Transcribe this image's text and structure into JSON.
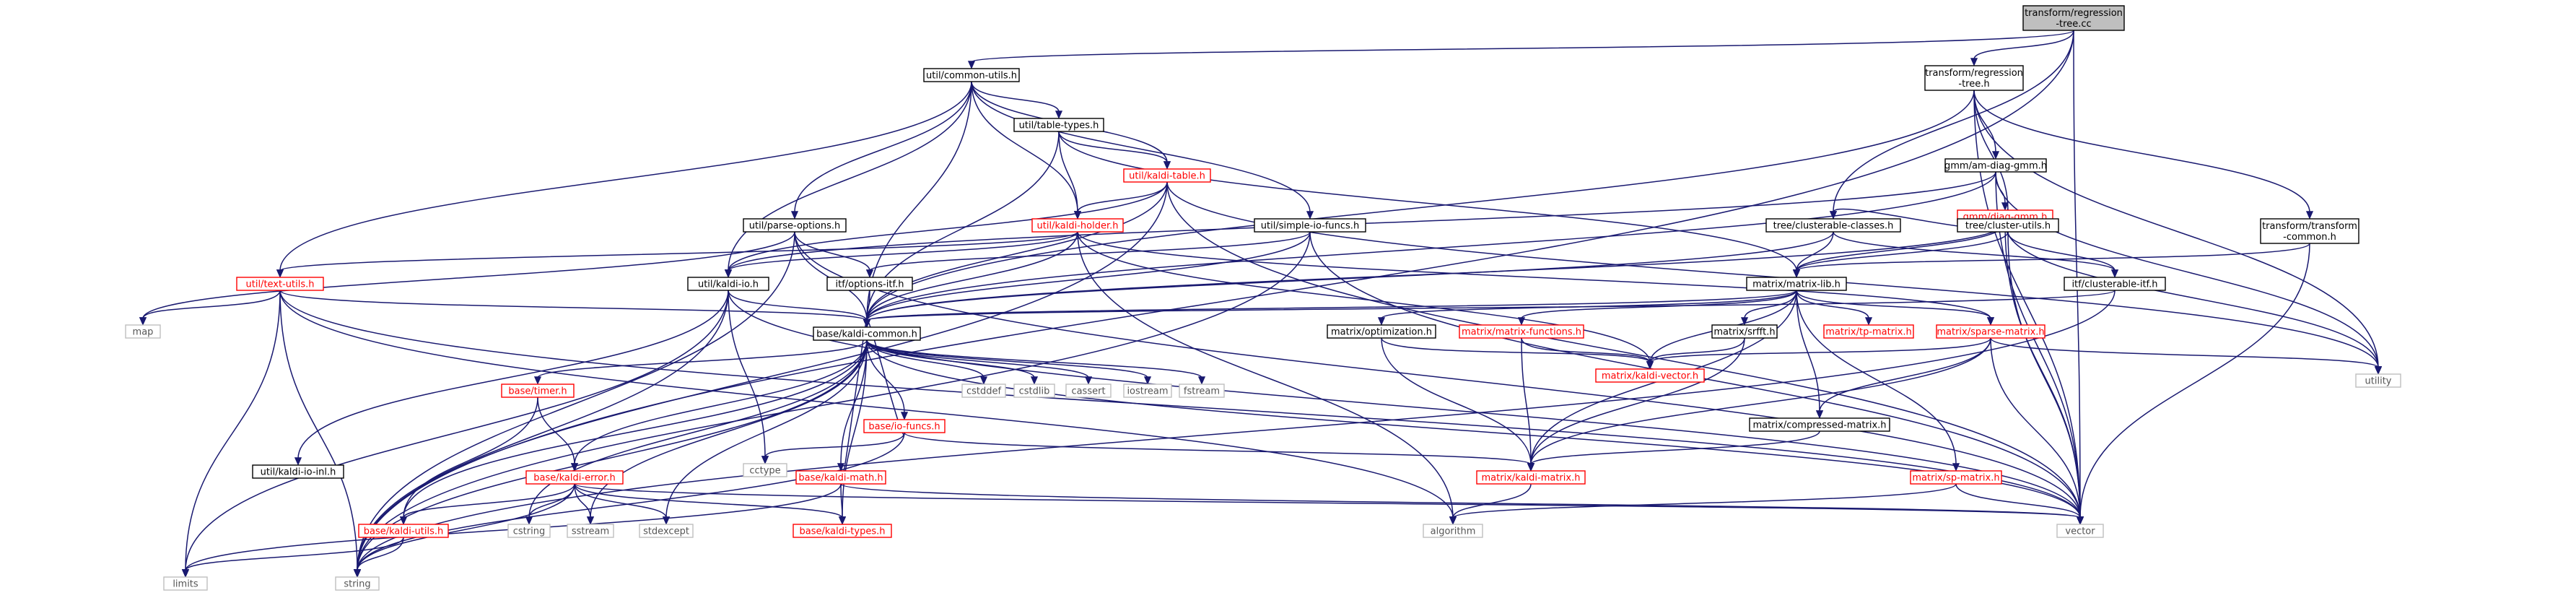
{
  "colors": {
    "edge": "#191970",
    "root_fill": "#bfbfbf",
    "node_border": "#000000",
    "missing_node_border": "#ff0000",
    "missing_node_text": "#ff0000",
    "leaf_border": "#bfbfbf",
    "node_text": "#000000",
    "leaf_text": "#555555"
  },
  "nodes": [
    {
      "id": "root",
      "lines": [
        "transform/regression",
        "-tree.cc"
      ],
      "style": "root"
    },
    {
      "id": "common_utils",
      "lines": [
        "util/common-utils.h"
      ],
      "style": "normal"
    },
    {
      "id": "rt_h",
      "lines": [
        "transform/regression",
        "-tree.h"
      ],
      "style": "normal"
    },
    {
      "id": "table_types",
      "lines": [
        "util/table-types.h"
      ],
      "style": "normal"
    },
    {
      "id": "am_diag_gmm",
      "lines": [
        "gmm/am-diag-gmm.h"
      ],
      "style": "normal"
    },
    {
      "id": "kaldi_table",
      "lines": [
        "util/kaldi-table.h"
      ],
      "style": "missing"
    },
    {
      "id": "diag_gmm",
      "lines": [
        "gmm/diag-gmm.h"
      ],
      "style": "missing"
    },
    {
      "id": "parse_options",
      "lines": [
        "util/parse-options.h"
      ],
      "style": "normal"
    },
    {
      "id": "kaldi_holder",
      "lines": [
        "util/kaldi-holder.h"
      ],
      "style": "missing"
    },
    {
      "id": "simple_io",
      "lines": [
        "util/simple-io-funcs.h"
      ],
      "style": "normal"
    },
    {
      "id": "clusterable_classes",
      "lines": [
        "tree/clusterable-classes.h"
      ],
      "style": "normal"
    },
    {
      "id": "cluster_utils",
      "lines": [
        "tree/cluster-utils.h"
      ],
      "style": "normal"
    },
    {
      "id": "transform_common",
      "lines": [
        "transform/transform",
        "-common.h"
      ],
      "style": "normal"
    },
    {
      "id": "text_utils",
      "lines": [
        "util/text-utils.h"
      ],
      "style": "missing"
    },
    {
      "id": "kaldi_io",
      "lines": [
        "util/kaldi-io.h"
      ],
      "style": "normal"
    },
    {
      "id": "options_itf",
      "lines": [
        "itf/options-itf.h"
      ],
      "style": "normal"
    },
    {
      "id": "matrix_lib",
      "lines": [
        "matrix/matrix-lib.h"
      ],
      "style": "normal"
    },
    {
      "id": "clusterable_itf",
      "lines": [
        "itf/clusterable-itf.h"
      ],
      "style": "normal"
    },
    {
      "id": "map",
      "lines": [
        "map"
      ],
      "style": "leaf"
    },
    {
      "id": "kaldi_common",
      "lines": [
        "base/kaldi-common.h"
      ],
      "style": "normal"
    },
    {
      "id": "optimization",
      "lines": [
        "matrix/optimization.h"
      ],
      "style": "normal"
    },
    {
      "id": "matrix_functions",
      "lines": [
        "matrix/matrix-functions.h"
      ],
      "style": "missing"
    },
    {
      "id": "srfft",
      "lines": [
        "matrix/srfft.h"
      ],
      "style": "normal"
    },
    {
      "id": "tp_matrix",
      "lines": [
        "matrix/tp-matrix.h"
      ],
      "style": "missing"
    },
    {
      "id": "sparse_matrix",
      "lines": [
        "matrix/sparse-matrix.h"
      ],
      "style": "missing"
    },
    {
      "id": "kaldi_vector",
      "lines": [
        "matrix/kaldi-vector.h"
      ],
      "style": "missing"
    },
    {
      "id": "compressed_matrix",
      "lines": [
        "matrix/compressed-matrix.h"
      ],
      "style": "normal"
    },
    {
      "id": "timer",
      "lines": [
        "base/timer.h"
      ],
      "style": "missing"
    },
    {
      "id": "io_funcs",
      "lines": [
        "base/io-funcs.h"
      ],
      "style": "missing"
    },
    {
      "id": "cstddef",
      "lines": [
        "cstddef"
      ],
      "style": "leaf"
    },
    {
      "id": "cstdlib",
      "lines": [
        "cstdlib"
      ],
      "style": "leaf"
    },
    {
      "id": "cassert",
      "lines": [
        "cassert"
      ],
      "style": "leaf"
    },
    {
      "id": "iostream",
      "lines": [
        "iostream"
      ],
      "style": "leaf"
    },
    {
      "id": "fstream",
      "lines": [
        "fstream"
      ],
      "style": "leaf"
    },
    {
      "id": "kaldi_io_inl",
      "lines": [
        "util/kaldi-io-inl.h"
      ],
      "style": "normal"
    },
    {
      "id": "cctype",
      "lines": [
        "cctype"
      ],
      "style": "leaf"
    },
    {
      "id": "kaldi_error",
      "lines": [
        "base/kaldi-error.h"
      ],
      "style": "missing"
    },
    {
      "id": "kaldi_math",
      "lines": [
        "base/kaldi-math.h"
      ],
      "style": "missing"
    },
    {
      "id": "kaldi_matrix",
      "lines": [
        "matrix/kaldi-matrix.h"
      ],
      "style": "missing"
    },
    {
      "id": "sp_matrix",
      "lines": [
        "matrix/sp-matrix.h"
      ],
      "style": "missing"
    },
    {
      "id": "utility",
      "lines": [
        "utility"
      ],
      "style": "leaf"
    },
    {
      "id": "kaldi_utils",
      "lines": [
        "base/kaldi-utils.h"
      ],
      "style": "missing"
    },
    {
      "id": "cstring",
      "lines": [
        "cstring"
      ],
      "style": "leaf"
    },
    {
      "id": "sstream",
      "lines": [
        "sstream"
      ],
      "style": "leaf"
    },
    {
      "id": "stdexcept",
      "lines": [
        "stdexcept"
      ],
      "style": "leaf"
    },
    {
      "id": "kaldi_types",
      "lines": [
        "base/kaldi-types.h"
      ],
      "style": "missing"
    },
    {
      "id": "algorithm",
      "lines": [
        "algorithm"
      ],
      "style": "leaf"
    },
    {
      "id": "vector",
      "lines": [
        "vector"
      ],
      "style": "leaf"
    },
    {
      "id": "limits",
      "lines": [
        "limits"
      ],
      "style": "leaf"
    },
    {
      "id": "string",
      "lines": [
        "string"
      ],
      "style": "leaf"
    }
  ],
  "edges": [
    [
      "root",
      "common_utils"
    ],
    [
      "root",
      "rt_h"
    ],
    [
      "root",
      "clusterable_classes"
    ],
    [
      "root",
      "string"
    ],
    [
      "root",
      "vector"
    ],
    [
      "common_utils",
      "table_types"
    ],
    [
      "common_utils",
      "kaldi_table"
    ],
    [
      "common_utils",
      "kaldi_holder"
    ],
    [
      "common_utils",
      "parse_options"
    ],
    [
      "common_utils",
      "simple_io"
    ],
    [
      "common_utils",
      "text_utils"
    ],
    [
      "common_utils",
      "kaldi_io"
    ],
    [
      "common_utils",
      "kaldi_common"
    ],
    [
      "rt_h",
      "am_diag_gmm"
    ],
    [
      "rt_h",
      "cluster_utils"
    ],
    [
      "rt_h",
      "transform_common"
    ],
    [
      "rt_h",
      "kaldi_common"
    ],
    [
      "rt_h",
      "utility"
    ],
    [
      "rt_h",
      "vector"
    ],
    [
      "table_types",
      "kaldi_table"
    ],
    [
      "table_types",
      "kaldi_holder"
    ],
    [
      "table_types",
      "kaldi_common"
    ],
    [
      "table_types",
      "matrix_lib"
    ],
    [
      "kaldi_table",
      "kaldi_holder"
    ],
    [
      "kaldi_table",
      "kaldi_io"
    ],
    [
      "kaldi_table",
      "kaldi_common"
    ],
    [
      "kaldi_table",
      "string"
    ],
    [
      "kaldi_table",
      "vector"
    ],
    [
      "kaldi_table",
      "utility"
    ],
    [
      "am_diag_gmm",
      "diag_gmm"
    ],
    [
      "am_diag_gmm",
      "kaldi_common"
    ],
    [
      "am_diag_gmm",
      "kaldi_io"
    ],
    [
      "am_diag_gmm",
      "vector"
    ],
    [
      "am_diag_gmm",
      "utility"
    ],
    [
      "diag_gmm",
      "clusterable_classes"
    ],
    [
      "diag_gmm",
      "cluster_utils"
    ],
    [
      "diag_gmm",
      "matrix_lib"
    ],
    [
      "diag_gmm",
      "kaldi_common"
    ],
    [
      "diag_gmm",
      "vector"
    ],
    [
      "diag_gmm",
      "utility"
    ],
    [
      "parse_options",
      "options_itf"
    ],
    [
      "parse_options",
      "kaldi_common"
    ],
    [
      "parse_options",
      "map"
    ],
    [
      "parse_options",
      "string"
    ],
    [
      "parse_options",
      "vector"
    ],
    [
      "kaldi_holder",
      "text_utils"
    ],
    [
      "kaldi_holder",
      "kaldi_io"
    ],
    [
      "kaldi_holder",
      "kaldi_common"
    ],
    [
      "kaldi_holder",
      "sparse_matrix"
    ],
    [
      "kaldi_holder",
      "kaldi_vector"
    ],
    [
      "kaldi_holder",
      "algorithm"
    ],
    [
      "simple_io",
      "options_itf"
    ],
    [
      "simple_io",
      "kaldi_common"
    ],
    [
      "simple_io",
      "string"
    ],
    [
      "simple_io",
      "vector"
    ],
    [
      "clusterable_classes",
      "clusterable_itf"
    ],
    [
      "clusterable_classes",
      "matrix_lib"
    ],
    [
      "clusterable_classes",
      "kaldi_common"
    ],
    [
      "cluster_utils",
      "matrix_lib"
    ],
    [
      "cluster_utils",
      "clusterable_itf"
    ],
    [
      "cluster_utils",
      "vector"
    ],
    [
      "transform_common",
      "matrix_lib"
    ],
    [
      "transform_common",
      "vector"
    ],
    [
      "text_utils",
      "kaldi_common"
    ],
    [
      "text_utils",
      "map"
    ],
    [
      "text_utils",
      "string"
    ],
    [
      "text_utils",
      "limits"
    ],
    [
      "text_utils",
      "vector"
    ],
    [
      "text_utils",
      "algorithm"
    ],
    [
      "kaldi_io",
      "kaldi_common"
    ],
    [
      "kaldi_io",
      "kaldi_io_inl"
    ],
    [
      "kaldi_io",
      "cctype"
    ],
    [
      "kaldi_io",
      "limits"
    ],
    [
      "kaldi_io",
      "string"
    ],
    [
      "kaldi_io",
      "vector"
    ],
    [
      "options_itf",
      "kaldi_common"
    ],
    [
      "matrix_lib",
      "kaldi_common"
    ],
    [
      "matrix_lib",
      "optimization"
    ],
    [
      "matrix_lib",
      "matrix_functions"
    ],
    [
      "matrix_lib",
      "srfft"
    ],
    [
      "matrix_lib",
      "tp_matrix"
    ],
    [
      "matrix_lib",
      "sparse_matrix"
    ],
    [
      "matrix_lib",
      "kaldi_vector"
    ],
    [
      "matrix_lib",
      "kaldi_matrix"
    ],
    [
      "matrix_lib",
      "compressed_matrix"
    ],
    [
      "matrix_lib",
      "sp_matrix"
    ],
    [
      "clusterable_itf",
      "kaldi_common"
    ],
    [
      "clusterable_itf",
      "string"
    ],
    [
      "kaldi_common",
      "timer"
    ],
    [
      "kaldi_common",
      "io_funcs"
    ],
    [
      "kaldi_common",
      "cstddef"
    ],
    [
      "kaldi_common",
      "cstdlib"
    ],
    [
      "kaldi_common",
      "cassert"
    ],
    [
      "kaldi_common",
      "iostream"
    ],
    [
      "kaldi_common",
      "fstream"
    ],
    [
      "kaldi_common",
      "kaldi_error"
    ],
    [
      "kaldi_common",
      "kaldi_math"
    ],
    [
      "kaldi_common",
      "kaldi_utils"
    ],
    [
      "kaldi_common",
      "kaldi_types"
    ],
    [
      "kaldi_common",
      "cstring"
    ],
    [
      "kaldi_common",
      "sstream"
    ],
    [
      "kaldi_common",
      "stdexcept"
    ],
    [
      "kaldi_common",
      "string"
    ],
    [
      "kaldi_common",
      "vector"
    ],
    [
      "optimization",
      "kaldi_vector"
    ],
    [
      "optimization",
      "kaldi_matrix"
    ],
    [
      "matrix_functions",
      "kaldi_vector"
    ],
    [
      "matrix_functions",
      "kaldi_matrix"
    ],
    [
      "srfft",
      "kaldi_vector"
    ],
    [
      "srfft",
      "kaldi_matrix"
    ],
    [
      "sparse_matrix",
      "kaldi_vector"
    ],
    [
      "sparse_matrix",
      "kaldi_matrix"
    ],
    [
      "sparse_matrix",
      "compressed_matrix"
    ],
    [
      "sparse_matrix",
      "utility"
    ],
    [
      "sparse_matrix",
      "vector"
    ],
    [
      "compressed_matrix",
      "kaldi_matrix"
    ],
    [
      "sp_matrix",
      "algorithm"
    ],
    [
      "sp_matrix",
      "vector"
    ],
    [
      "kaldi_matrix",
      "algorithm"
    ],
    [
      "timer",
      "kaldi_error"
    ],
    [
      "timer",
      "kaldi_utils"
    ],
    [
      "io_funcs",
      "kaldi_common"
    ],
    [
      "io_funcs",
      "cctype"
    ],
    [
      "io_funcs",
      "string"
    ],
    [
      "io_funcs",
      "kaldi_matrix"
    ],
    [
      "kaldi_error",
      "kaldi_utils"
    ],
    [
      "kaldi_error",
      "kaldi_types"
    ],
    [
      "kaldi_error",
      "cstring"
    ],
    [
      "kaldi_error",
      "sstream"
    ],
    [
      "kaldi_error",
      "stdexcept"
    ],
    [
      "kaldi_error",
      "string"
    ],
    [
      "kaldi_error",
      "vector"
    ],
    [
      "kaldi_math",
      "kaldi_types"
    ],
    [
      "kaldi_math",
      "kaldi_common"
    ],
    [
      "kaldi_math",
      "limits"
    ],
    [
      "kaldi_math",
      "vector"
    ],
    [
      "kaldi_utils",
      "limits"
    ],
    [
      "kaldi_utils",
      "string"
    ]
  ]
}
